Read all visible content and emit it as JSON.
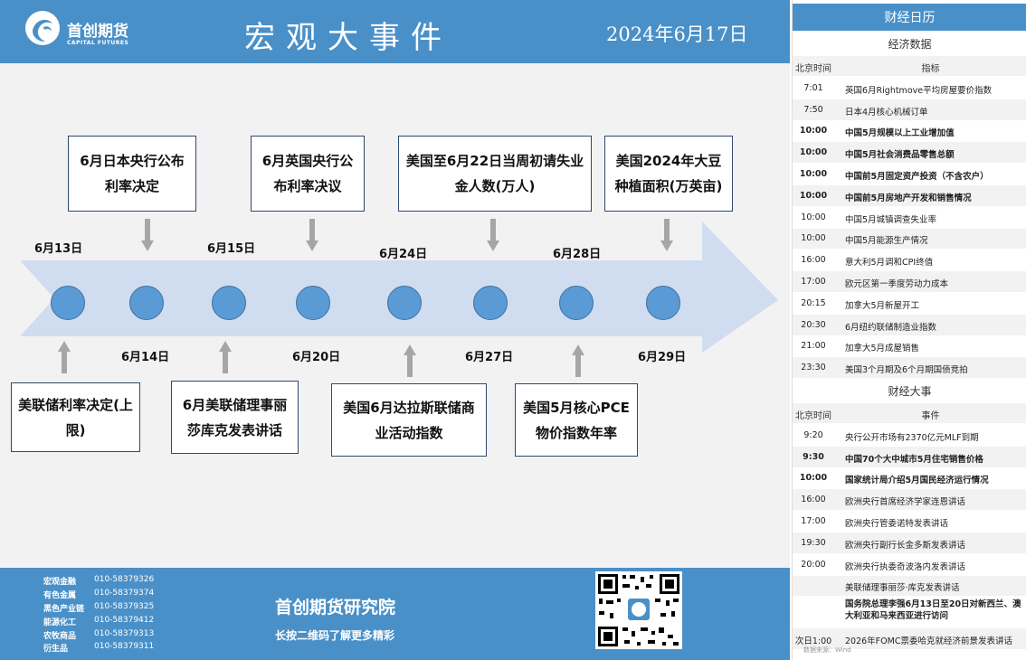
{
  "header": {
    "logo_cn": "首创期货",
    "logo_en": "CAPITAL FUTURES",
    "title": "宏观大事件",
    "date": "2024年6月17日"
  },
  "timeline": {
    "top_events": [
      {
        "text": "6月日本央行公布利率决定"
      },
      {
        "text": "6月英国央行公布利率决议"
      },
      {
        "text": "美国至6月22日当周初请失业金人数(万人)"
      },
      {
        "text": "美国2024年大豆种植面积(万英亩)"
      }
    ],
    "bottom_events": [
      {
        "text": "美联储利率决定(上限)"
      },
      {
        "text": "6月美联储理事丽莎库克发表讲话"
      },
      {
        "text": "美国6月达拉斯联储商业活动指数"
      },
      {
        "text": "美国5月核心PCE物价指数年率"
      }
    ],
    "dates_above": [
      "6月13日",
      "6月15日",
      "6月24日",
      "6月28日"
    ],
    "dates_below": [
      "6月14日",
      "6月20日",
      "6月27日",
      "6月29日"
    ]
  },
  "footer": {
    "contacts": [
      {
        "dept": "宏观金融",
        "phone": "010-58379326"
      },
      {
        "dept": "有色金属",
        "phone": "010-58379374"
      },
      {
        "dept": "黑色产业链",
        "phone": "010-58379325"
      },
      {
        "dept": "能源化工",
        "phone": "010-58379412"
      },
      {
        "dept": "农牧商品",
        "phone": "010-58379313"
      },
      {
        "dept": "衍生品",
        "phone": "010-58379311"
      }
    ],
    "org": "首创期货研究院",
    "tagline": "长按二维码了解更多精彩"
  },
  "calendar": {
    "title": "财经日历",
    "econ_title": "经济数据",
    "col_time": "北京时间",
    "col_indicator": "指标",
    "econ_rows": [
      {
        "time": "7:01",
        "text": "英国6月Rightmove平均房屋要价指数",
        "bold": false
      },
      {
        "time": "7:50",
        "text": "日本4月核心机械订单",
        "bold": false
      },
      {
        "time": "10:00",
        "text": "中国5月规模以上工业增加值",
        "bold": true
      },
      {
        "time": "10:00",
        "text": "中国5月社会消费品零售总额",
        "bold": true
      },
      {
        "time": "10:00",
        "text": "中国前5月固定资产投资（不含农户）",
        "bold": true
      },
      {
        "time": "10:00",
        "text": "中国前5月房地产开发和销售情况",
        "bold": true
      },
      {
        "time": "10:00",
        "text": "中国5月城镇调查失业率",
        "bold": false
      },
      {
        "time": "10:00",
        "text": "中国5月能源生产情况",
        "bold": false
      },
      {
        "time": "16:00",
        "text": "意大利5月调和CPI终值",
        "bold": false
      },
      {
        "time": "17:00",
        "text": "欧元区第一季度劳动力成本",
        "bold": false
      },
      {
        "time": "20:15",
        "text": "加拿大5月新屋开工",
        "bold": false
      },
      {
        "time": "20:30",
        "text": "6月纽约联储制造业指数",
        "bold": false
      },
      {
        "time": "21:00",
        "text": "加拿大5月成屋销售",
        "bold": false
      },
      {
        "time": "23:30",
        "text": "美国3个月期及6个月期国债竞拍",
        "bold": false
      }
    ],
    "events_title": "财经大事",
    "col_event": "事件",
    "event_rows": [
      {
        "time": "9:20",
        "text": "央行公开市场有2370亿元MLF到期",
        "bold": false
      },
      {
        "time": "9:30",
        "text": "中国70个大中城市5月住宅销售价格",
        "bold": true
      },
      {
        "time": "10:00",
        "text": "国家统计局介绍5月国民经济运行情况",
        "bold": true
      },
      {
        "time": "16:00",
        "text": "欧洲央行首席经济学家连恩讲话",
        "bold": false
      },
      {
        "time": "17:00",
        "text": "欧洲央行管委诺特发表讲话",
        "bold": false
      },
      {
        "time": "19:30",
        "text": "欧洲央行副行长金多斯发表讲话",
        "bold": false
      },
      {
        "time": "20:00",
        "text": "欧洲央行执委奇波洛内发表讲话",
        "bold": false
      },
      {
        "time": "",
        "text": "美联储理事丽莎·库克发表讲话",
        "bold": false
      },
      {
        "time": "",
        "text": "国务院总理李强6月13日至20日对新西兰、澳大利亚和马来西亚进行访问",
        "bold": true
      },
      {
        "time": "次日1:00",
        "text": "2026年FOMC票委哈克就经济前景发表讲话",
        "bold": false
      }
    ],
    "source": "数据来源：Wind"
  }
}
